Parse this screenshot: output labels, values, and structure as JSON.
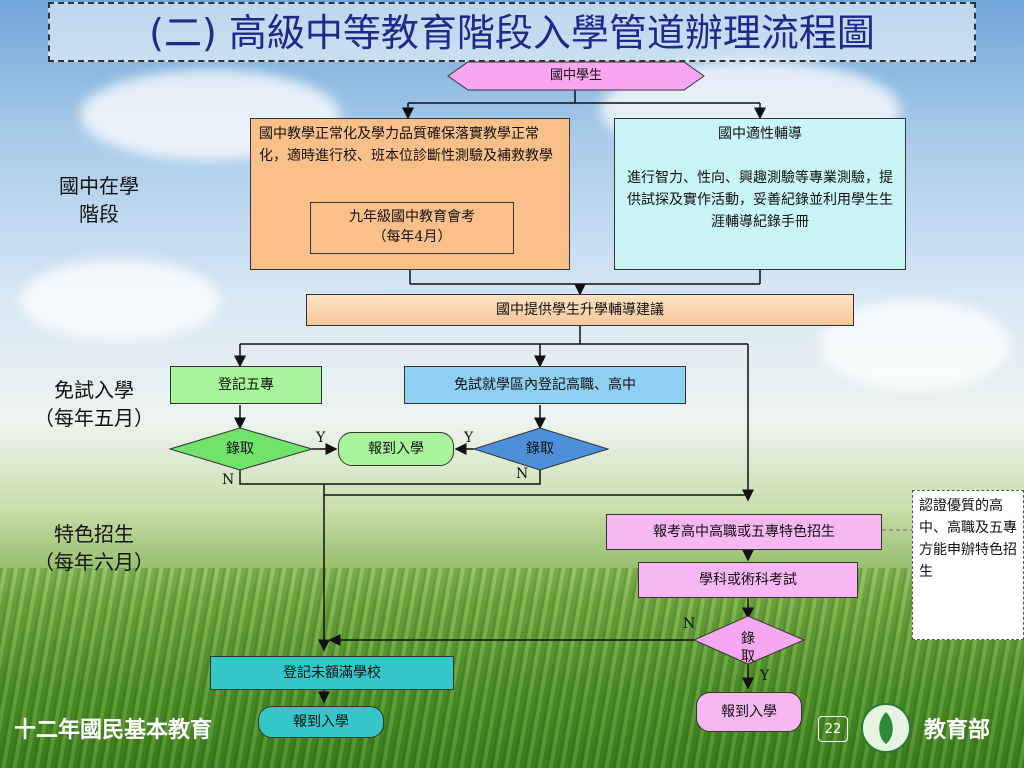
{
  "title": "(二) 高級中等教育階段入學管道辦理流程圖",
  "stages": {
    "junior": "國中在學\n階段",
    "exam_free": "免試入學\n（每年五月）",
    "special": "特色招生\n（每年六月）"
  },
  "nodes": {
    "student": "國中學生",
    "teaching": "國中教學正常化及學力品質確保落實教學正常化，適時進行校、班本位診斷性測驗及補救教學",
    "exam": "九年級國中教育會考\n（每年4月）",
    "guidance_title": "國中適性輔導",
    "guidance_body": "進行智力、性向、興趣測驗等專業測驗，提供試探及實作活動，妥善紀錄並利用學生生涯輔導紀錄手冊",
    "advice": "國中提供學生升學輔導建議",
    "register_five": "登記五專",
    "register_local": "免試就學區內登記高職、高中",
    "admit_left": "錄取",
    "report_mid": "報到入學",
    "admit_right": "錄取",
    "apply_special": "報考高中高職或五專特色招生",
    "subject_exam": "學科或術科考試",
    "admit_special": "錄取",
    "register_unfilled": "登記未額滿學校",
    "report_bottom": "報到入學",
    "report_right": "報到入學"
  },
  "labels": {
    "y": "Y",
    "n": "N"
  },
  "note": "認證優質的高中、高職及五專方能申辦特色招生",
  "footer": {
    "left": "十二年國民基本教育",
    "page": "22",
    "ministry": "教育部"
  }
}
